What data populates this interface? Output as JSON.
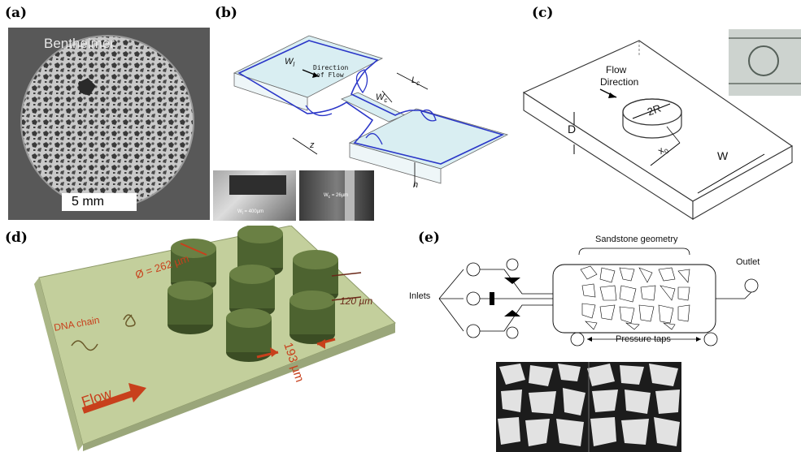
{
  "panels": {
    "a": {
      "label": "(a)",
      "sample_name": "Bentheimer",
      "scale_bar": "5 mm"
    },
    "b": {
      "label": "(b)",
      "flow_text_line1": "Direction",
      "flow_text_line2": "of Flow",
      "w_l": "W",
      "w_l_sub": "l",
      "w_c": "W",
      "w_c_sub": "c",
      "l_c": "L",
      "l_c_sub": "c",
      "z": "z",
      "h": "h",
      "photo1_label": "W",
      "photo1_label_sub": "l",
      "photo1_value": "= 400µm",
      "photo2_label": "W",
      "photo2_label_sub": "c",
      "photo2_value": "= 26µm"
    },
    "c": {
      "label": "(c)",
      "flow_line1": "Flow",
      "flow_line2": "Direction",
      "radius": "2R",
      "x0": "x",
      "x0_sub": "0",
      "depth": "D",
      "width": "W"
    },
    "d": {
      "label": "(d)",
      "diameter": "Ø = 262 µm",
      "spacing_vertical": "120 µm",
      "spacing_gap": "193 µm",
      "dna_label": "DNA chain",
      "flow_label": "Flow"
    },
    "e": {
      "label": "(e)",
      "geometry_title": "Sandstone geometry",
      "inlets": "Inlets",
      "outlet": "Outlet",
      "pressure_taps": "Pressure taps"
    }
  },
  "colors": {
    "fluid_blue": "#2a36c8",
    "channel_fill": "#d9eef2",
    "pillar_green": "#4d6330",
    "substrate": "#c3cf9c",
    "dimension_red": "#c8401c"
  }
}
